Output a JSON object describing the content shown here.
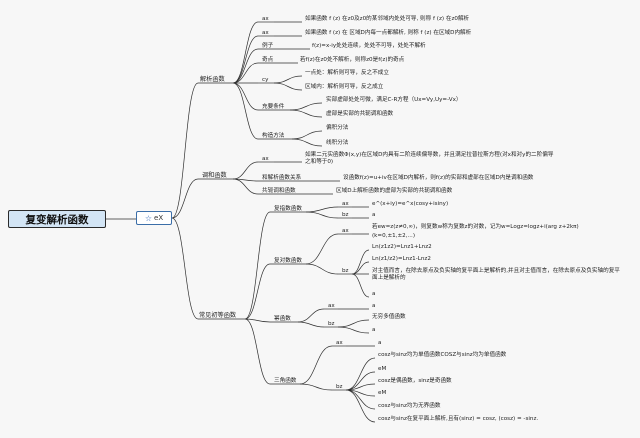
{
  "root": "复变解析函数",
  "module": {
    "icon": "star-icon",
    "label": "eX"
  },
  "nodes": {
    "jiexi": "解析函数",
    "tiaohe": "调和函数",
    "changjian": "常见初等函数",
    "ax1": "ax",
    "ax1_note": "如果函数 f (z) 在z0及z0的某邻域内处处可导, 则称 f (z) 在z0解析",
    "ax2": "ax",
    "ax2_note": "如果函数 f (z) 在 区域D内每一点都解析, 则称 f (z) 在区域D内解析",
    "lizi": "例子",
    "lizi_note": "f(z)=x-iy处处连续，处处不可导，处处不解析",
    "qidian": "奇点",
    "qidian_note": "若f(z)在z0处不解析，则称z0是f(z)的奇点",
    "cy": "cy",
    "cy_note1": "一点处：解析则可导，反之不成立",
    "cy_note2": "区域内：解析则可导，反之成立",
    "chongyao": "充要条件",
    "chongyao_note1": "实部虚部处处可微，满足C-R方程（Ux=Vy,Uy=-Vx）",
    "chongyao_note2": "虚部是实部的共轭调和函数",
    "gouzao": "构造方法",
    "gouzao_note1": "偏积分法",
    "gouzao_note2": "线积分法",
    "tiaohe_ax": "ax",
    "tiaohe_ax_note": "如果二元实函数Φ(x,y)在区域D内具有二阶连续偏导数，并且满足拉普拉斯方程(对x和对y的二阶偏导之和等于0)",
    "harmonic": "和解析函数关系",
    "harmonic_note": "设函数f(z)=u+iv在区域D内解析，则f(z)的实部和虚部在区域D内是调和函数",
    "conj": "共轭调和函数",
    "conj_note": "区域D上解析函数的虚部为实部的共轭调和函数",
    "zhishu": "复指数函数",
    "zhishu_ax": "ax",
    "zhishu_ax_note": "e^(x+iy)=e^x(cosy+isiny)",
    "zhishu_bz": "bz",
    "zhishu_bz_note": "a",
    "duishu": "复对数函数",
    "duishu_ax": "ax",
    "duishu_ax_note1": "若ew=z(z≠0,∞)，则复数w称为复数z的对数，记为w=Logz=logz+i(arg z+2kπ)",
    "duishu_ax_note2": "(k=0,±1,±2,...)",
    "duishu_bz": "bz",
    "duishu_bz_n1": "Ln(z1z2)=Lnz1+Lnz2",
    "duishu_bz_n2": "Ln(z1/z2)=Lnz1-Lnz2",
    "duishu_bz_n3": "对主值而言，在除去原点及负实轴的复平面上是解析的,并且对主值而言，在除去原点及负实轴的复平面上是解析的",
    "duishu_bz_n4": "a",
    "mi": "幂函数",
    "mi_ax": "ax",
    "mi_ax_note": "a",
    "mi_bz": "bz",
    "mi_bz_n1": "无穷多值函数",
    "mi_bz_n2": "a",
    "sanjiao": "三角函数",
    "sj_ax": "ax",
    "sj_ax_note": "a",
    "sj_bz": "bz",
    "sj_bz_n1": "cosz与sinz均为单值函数COSZ与sinz均为单值函数",
    "sj_bz_n2": "eM",
    "sj_bz_n3": "cosz是偶函数，sinz是奇函数",
    "sj_bz_n4": "eM",
    "sj_bz_n5": "cosz与sinz均为无界函数",
    "sj_bz_n6": "cosz与sinz在复平面上解析,且有(sinz) = cosz, (cosz) = -sinz."
  },
  "colors": {
    "line": "#2f2f2f",
    "root_fill": "#d3e5f5",
    "star": "#2d63b8"
  }
}
